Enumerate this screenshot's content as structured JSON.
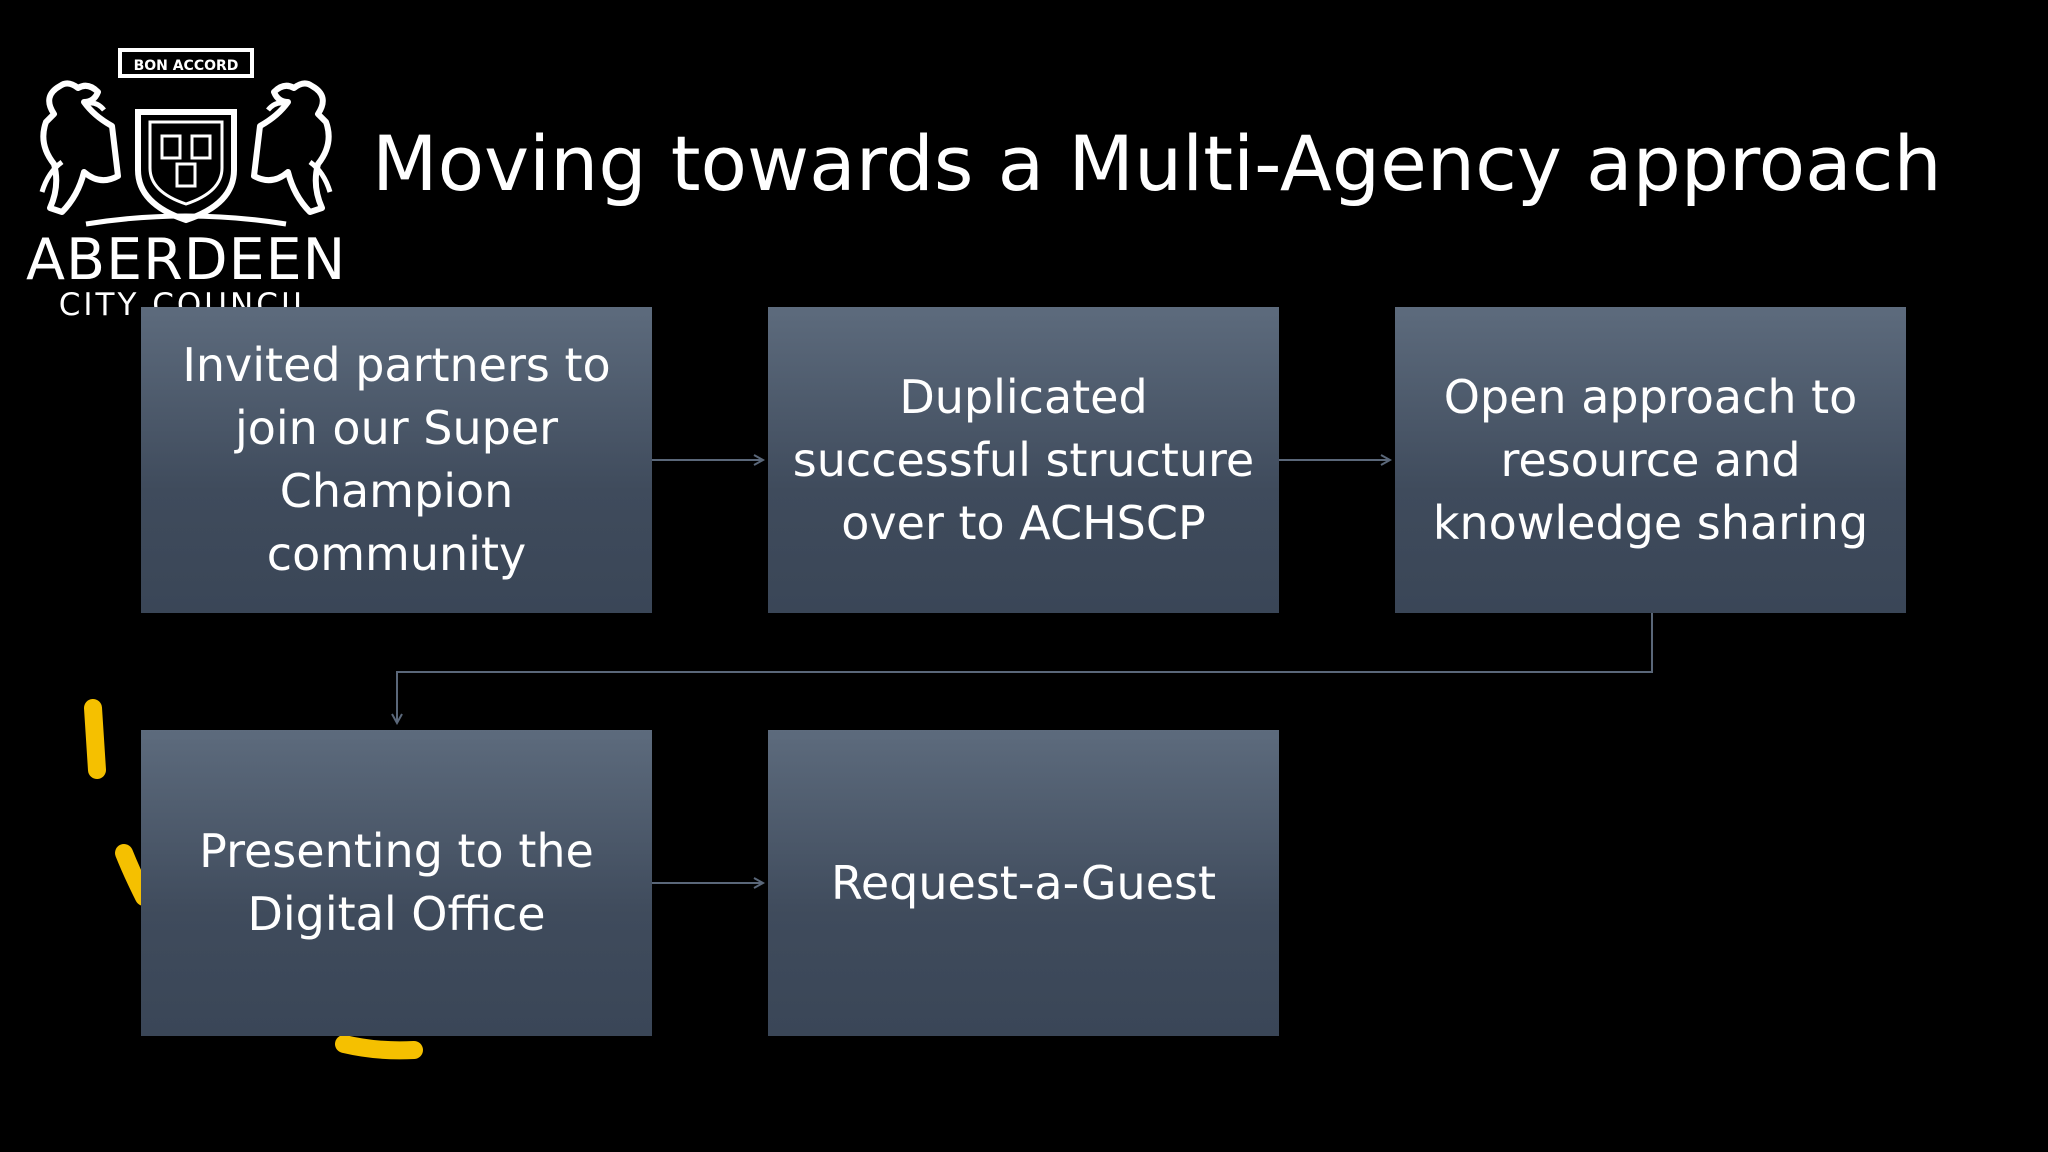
{
  "logo": {
    "motto": "BON ACCORD",
    "name": "ABERDEEN",
    "subname": "CITY COUNCIL"
  },
  "title": "Moving towards a Multi-Agency approach",
  "steps": [
    "Invited partners to join our Super Champion community",
    "Duplicated successful structure over to ACHSCP",
    "Open approach to resource and knowledge sharing",
    "Presenting to the Digital Office",
    "Request-a-Guest"
  ],
  "colors": {
    "background": "#000000",
    "box_top": "#5d6b7d",
    "box_bottom": "#3a4657",
    "connector": "#5a6779",
    "annotation": "#f5c000"
  }
}
